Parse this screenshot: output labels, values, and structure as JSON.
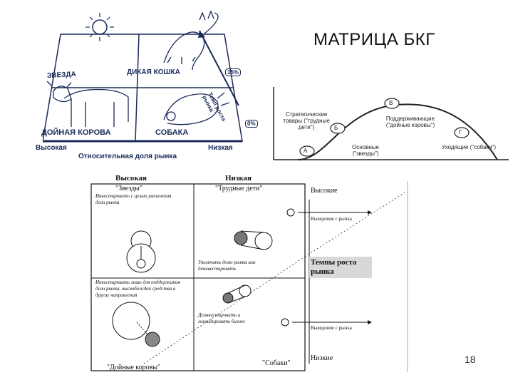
{
  "slide": {
    "title": "МАТРИЦА БКГ",
    "page_number": "18"
  },
  "top_left": {
    "quadrants": [
      "ЗВЕЗДА",
      "ДИКАЯ КОШКА",
      "ДОЙНАЯ КОРОВА",
      "СОБАКА"
    ],
    "growth_axis_label": "Темп роста рынка",
    "growth_high": "15%",
    "growth_low": "0%",
    "share_high": "Высокая",
    "share_axis_label": "Относительная доля рынка",
    "share_low": "Низкая"
  },
  "lifecycle": {
    "points": [
      "A",
      "Б",
      "B",
      "Г"
    ],
    "labels": {
      "strategic": "Стратегические товары (\"трудные дети\")",
      "supporting": "Поддерживающие (\"дойные коровы\")",
      "main": "Основные (\"звезды\")",
      "leaving": "Уходящие (\"собаки\")"
    }
  },
  "matrix": {
    "col_high": "Высокая",
    "col_low": "Низкая",
    "row_high": "Высокие",
    "row_low": "Низкие",
    "growth_label": "Темпы роста рынка",
    "stars": "\"Звезды\"",
    "problem_children": "\"Трудные дети\"",
    "cash_cows": "\"Дойные коровы\"",
    "dogs": "\"Собаки\"",
    "note_stars": "Инвестировать с целью увеличения доли рынка",
    "note_problem": "Увеличить долю рынка или деинвестировать",
    "note_cows": "Инвестировать лишь для поддержания доли рынка, высвобождая средства в другие направления",
    "note_dogs": "Деинвестировать и ликвидировать бизнес",
    "exit1": "Выведение с рынка",
    "exit2": "Выведение с рынка"
  }
}
